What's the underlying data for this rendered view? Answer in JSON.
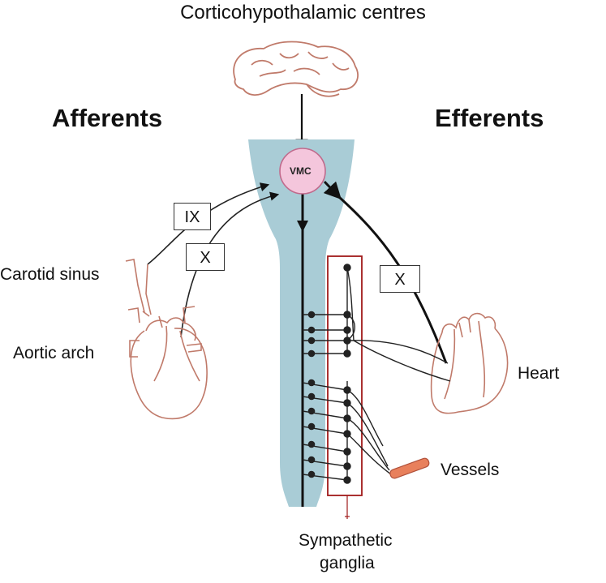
{
  "title": "Corticohypothalamic centres",
  "headings": {
    "afferents": "Afferents",
    "efferents": "Efferents"
  },
  "center": {
    "label": "VMC"
  },
  "nerve_boxes": {
    "ix": "IX",
    "x_afferent": "X",
    "x_efferent": "X"
  },
  "labels": {
    "carotid_sinus": "Carotid sinus",
    "aortic_arch": "Aortic arch",
    "heart": "Heart",
    "vessels": "Vessels",
    "sympathetic_ganglia_line1": "Sympathetic",
    "sympathetic_ganglia_line2": "ganglia"
  },
  "colors": {
    "spinal_cord_fill": "#a9ccd6",
    "vmc_fill": "#f4c6dc",
    "vmc_stroke": "#c06a8c",
    "organ_outline": "#c07a6a",
    "ganglia_box": "#a01a1a",
    "vessel_fill": "#e8805c"
  }
}
